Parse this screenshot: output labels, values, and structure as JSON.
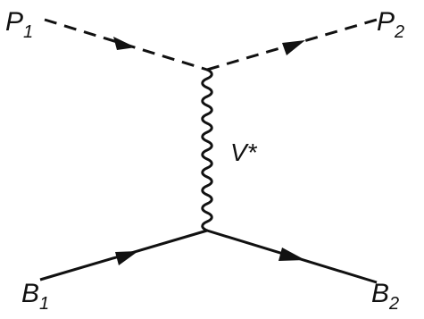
{
  "diagram": {
    "labels": {
      "p1": {
        "main": "P",
        "sub": "1"
      },
      "p2": {
        "main": "P",
        "sub": "2"
      },
      "b1": {
        "main": "B",
        "sub": "1"
      },
      "b2": {
        "main": "B",
        "sub": "2"
      },
      "v": "V*"
    },
    "line_color": "#111111"
  }
}
